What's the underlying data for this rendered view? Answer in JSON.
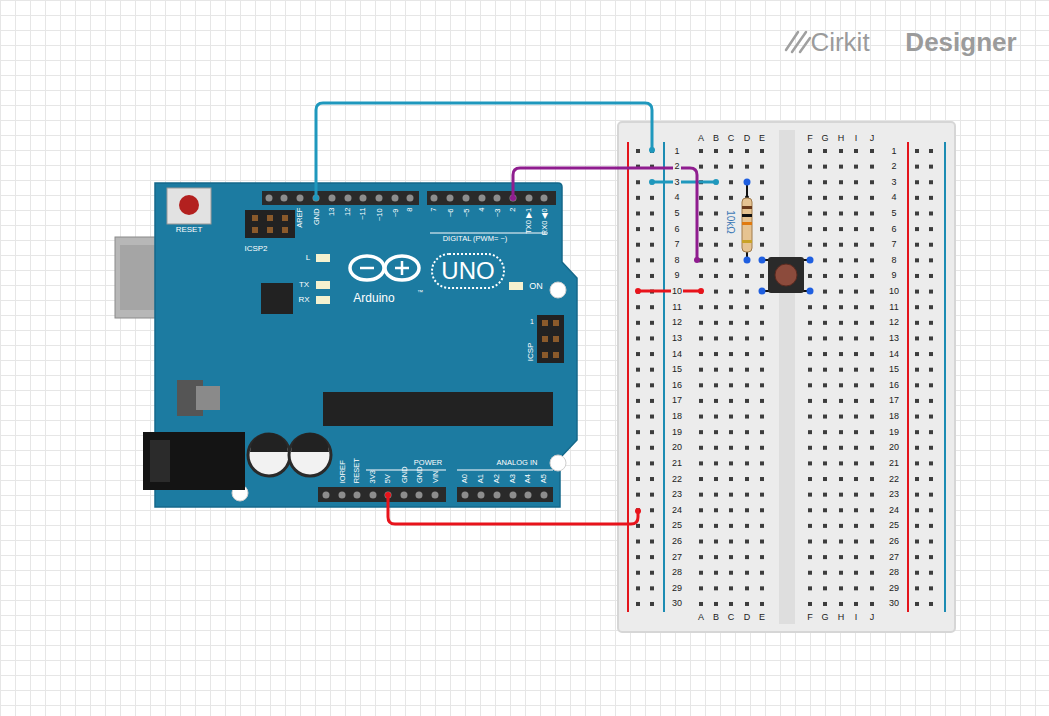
{
  "diagram": {
    "labels": [
      "Cirkit",
      "Designer",
      "RESET",
      "ICSP2",
      "AREF",
      "GND",
      "13",
      "12",
      "~11",
      "~10",
      "~9",
      "8",
      "7",
      "~6",
      "~5",
      "4",
      "~3",
      "2",
      "TX0 ▶1",
      "RX0 ◀0",
      "DIGITAL (PWM= ~)",
      "L",
      "TX",
      "RX",
      "UNO",
      "Arduino",
      "™",
      "ON",
      "1",
      "ICSP",
      "IOREF",
      "RESET",
      "3V3",
      "5V",
      "GND",
      "GND",
      "VIN",
      "POWER",
      "ANALOG IN",
      "A0",
      "A1",
      "A2",
      "A3",
      "A4",
      "A5",
      "10kΩ",
      "A",
      "B",
      "C",
      "D",
      "E",
      "F",
      "G",
      "H",
      "I",
      "J",
      "1",
      "2",
      "3",
      "4",
      "5",
      "6",
      "7",
      "8",
      "9",
      "10",
      "11",
      "12",
      "13",
      "14",
      "15",
      "16",
      "17",
      "18",
      "19",
      "20",
      "21",
      "22",
      "23",
      "24",
      "25",
      "26",
      "27",
      "28",
      "29",
      "30",
      "1",
      "2",
      "3",
      "4",
      "5",
      "6",
      "7",
      "8",
      "9",
      "10",
      "11",
      "12",
      "13",
      "14",
      "15",
      "16",
      "17",
      "18",
      "19",
      "20",
      "21",
      "22",
      "23",
      "24",
      "25",
      "26",
      "27",
      "28",
      "29",
      "30",
      "A",
      "B",
      "C",
      "D",
      "E",
      "F",
      "G",
      "H",
      "I",
      "J"
    ]
  }
}
